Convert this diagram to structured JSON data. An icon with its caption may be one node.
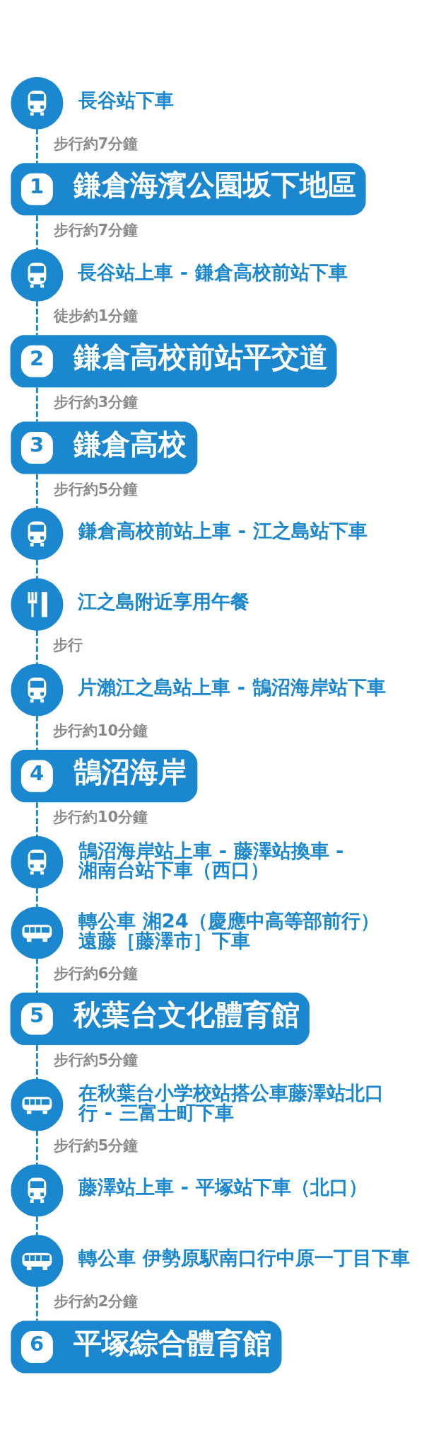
{
  "diagram": {
    "nodes": [
      {
        "text": [],
        "shape": "circle",
        "beside": [
          "長谷站下車"
        ]
      },
      {
        "text": [
          "1",
          "鎌倉海濱公園坂下地區"
        ]
      },
      {
        "text": [],
        "shape": "circle",
        "beside": [
          "長谷站上車 - 鎌倉高校前站下車"
        ]
      },
      {
        "text": [
          "2",
          "鎌倉高校前站平交道"
        ]
      },
      {
        "text": [
          "3",
          "鎌倉高校"
        ]
      },
      {
        "text": [],
        "shape": "circle",
        "beside": [
          "鎌倉高校前站上車 - 江之島站下車"
        ]
      },
      {
        "text": [],
        "shape": "circle",
        "beside": [
          "江之島附近享用午餐"
        ]
      },
      {
        "text": [],
        "shape": "circle",
        "beside": [
          "片瀨江之島站上車 - 鵠沼海岸站下車"
        ]
      },
      {
        "text": [
          "4",
          "鵠沼海岸"
        ]
      },
      {
        "text": [],
        "shape": "circle",
        "beside": [
          "鵠沼海岸站上車 - 藤澤站換車 - 湘南台站下車（西口）"
        ]
      },
      {
        "text": [],
        "shape": "circle",
        "beside": [
          "轉公車 湘24（慶應中高等部前行）遠藤［藤澤市］下車"
        ]
      },
      {
        "text": [
          "5",
          "秋葉台文化體育館"
        ]
      },
      {
        "text": [],
        "shape": "circle",
        "beside": [
          "在秋葉台小学校站搭公車藤澤站北口行 - 三富士町下車"
        ]
      },
      {
        "text": [],
        "shape": "circle",
        "beside": [
          "藤澤站上車 - 平塚站下車（北口）"
        ]
      },
      {
        "text": [],
        "shape": "circle",
        "beside": [
          "轉公車 伊勢原駅南口行中原一丁目下車"
        ]
      },
      {
        "text": [
          "6",
          "平塚綜合體育館"
        ]
      }
    ],
    "edges": [
      {
        "from": 0,
        "to": 1,
        "arrow": "none",
        "style": "dashed",
        "label": "步行約7分鐘"
      },
      {
        "from": 1,
        "to": 2,
        "arrow": "none",
        "style": "dashed",
        "label": "步行約7分鐘"
      },
      {
        "from": 2,
        "to": 3,
        "arrow": "none",
        "style": "dashed",
        "label": "徒步約1分鐘"
      },
      {
        "from": 3,
        "to": 4,
        "arrow": "none",
        "style": "dashed",
        "label": "步行約3分鐘"
      },
      {
        "from": 4,
        "to": 5,
        "arrow": "none",
        "style": "dashed",
        "label": "步行約5分鐘"
      },
      {
        "from": 5,
        "to": 6,
        "arrow": "none",
        "style": "dashed"
      },
      {
        "from": 6,
        "to": 7,
        "arrow": "none",
        "style": "dashed",
        "label": "步行"
      },
      {
        "from": 7,
        "to": 8,
        "arrow": "none",
        "style": "dashed",
        "label": "步行約10分鐘"
      },
      {
        "from": 8,
        "to": 9,
        "arrow": "none",
        "style": "dashed",
        "label": "步行約10分鐘"
      },
      {
        "from": 9,
        "to": 10,
        "arrow": "none",
        "style": "dashed"
      },
      {
        "from": 10,
        "to": 11,
        "arrow": "none",
        "style": "dashed",
        "label": "步行約6分鐘"
      },
      {
        "from": 11,
        "to": 12,
        "arrow": "none",
        "style": "dashed",
        "label": "步行約5分鐘"
      },
      {
        "from": 12,
        "to": 13,
        "arrow": "none",
        "style": "dashed",
        "label": "步行約5分鐘"
      },
      {
        "from": 13,
        "to": 14,
        "arrow": "none",
        "style": "dashed"
      },
      {
        "from": 14,
        "to": 15,
        "arrow": "none",
        "style": "dashed",
        "label": "步行約2分鐘"
      }
    ]
  }
}
